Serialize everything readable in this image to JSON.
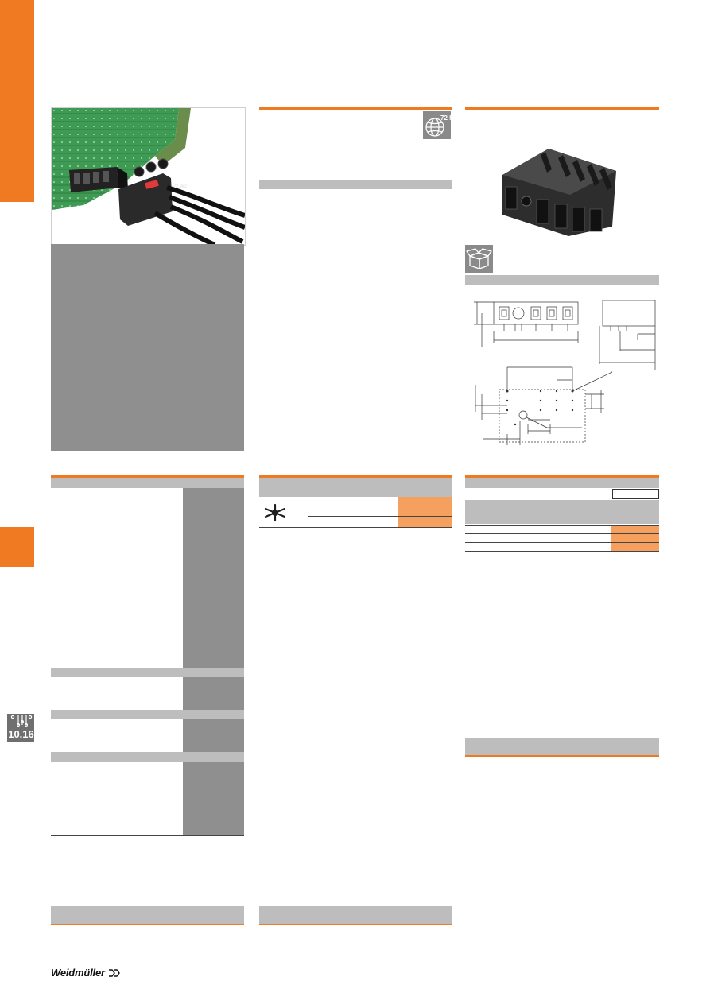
{
  "page": {
    "accent_color": "#f07a21",
    "accent_light": "#f5a05f",
    "gray_header": "#bdbdbd",
    "gray_block": "#8f8f8f"
  },
  "side_tab": {
    "section_icon": "pcb-connector-icon",
    "section_number": "10.16"
  },
  "delivery_badge": {
    "icon": "globe-72h-icon",
    "label": "72 h"
  },
  "product_photo": {
    "icon": "pcb-plug-photo",
    "pin_label": "V2 W2"
  },
  "packaging": {
    "icon": "open-box-icon"
  },
  "drawing": {
    "icon": "dimension-drawing"
  },
  "footer": {
    "brand": "Weidmüller",
    "brand_icon": "weidmuller-logo-icon"
  }
}
